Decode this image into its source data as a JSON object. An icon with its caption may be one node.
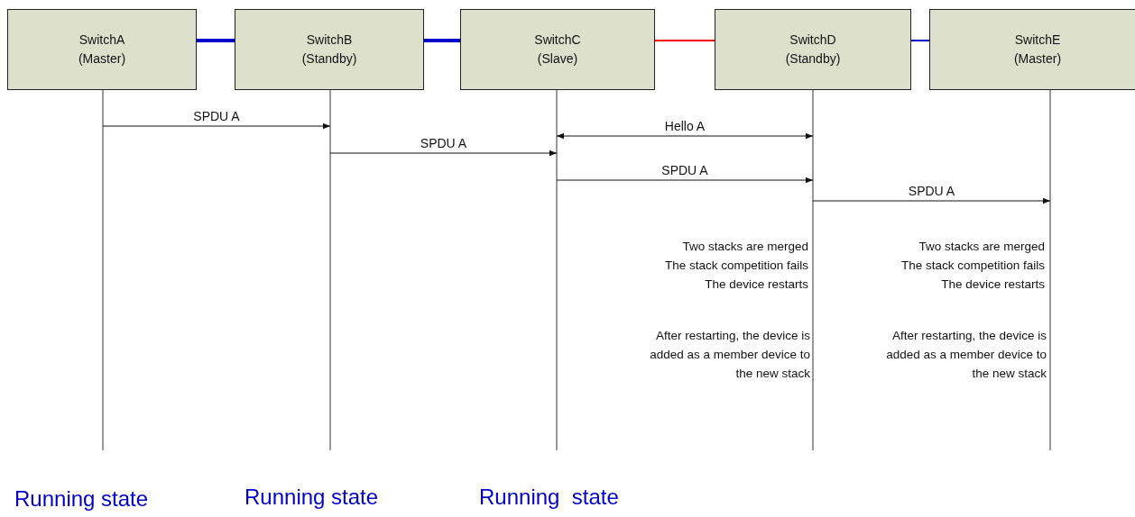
{
  "diagram": {
    "nodes": [
      {
        "text": [
          "SwitchA (Master)"
        ]
      },
      {
        "text": [
          "SwitchB (Standby)"
        ]
      },
      {
        "text": [
          "SwitchC (Slave)"
        ]
      },
      {
        "text": [
          "SwitchD (Standby)"
        ]
      },
      {
        "text": [
          "SwitchE (Master)"
        ]
      }
    ],
    "edges": [
      {
        "from": 0,
        "to": 1,
        "arrow": "none",
        "style": "thick",
        "color": "#0000cc"
      },
      {
        "from": 1,
        "to": 2,
        "arrow": "none",
        "style": "thick",
        "color": "#0000cc"
      },
      {
        "from": 2,
        "to": 3,
        "arrow": "none",
        "color": "#ff0000"
      },
      {
        "from": 3,
        "to": 4,
        "arrow": "none",
        "color": "#0000cc"
      },
      {
        "from": 0,
        "to": 1,
        "arrow": "to",
        "label": "SPDU A"
      },
      {
        "from": 1,
        "to": 2,
        "arrow": "to",
        "label": "SPDU A"
      },
      {
        "from": 2,
        "to": 3,
        "arrow": "both",
        "label": "Hello A"
      },
      {
        "from": 2,
        "to": 3,
        "arrow": "to",
        "label": "SPDU A"
      },
      {
        "from": 3,
        "to": 4,
        "arrow": "to",
        "label": "SPDU A"
      }
    ],
    "labels": [
      "Two stacks are merged",
      "The stack competition fails",
      "The device restarts",
      "Two stacks are merged",
      "The stack competition fails",
      "The device restarts",
      "After restarting, the device is added as a member device to the new stack",
      "After restarting, the device is added as a member device to the new stack",
      "Running state",
      "Running state",
      "Running  state"
    ]
  }
}
